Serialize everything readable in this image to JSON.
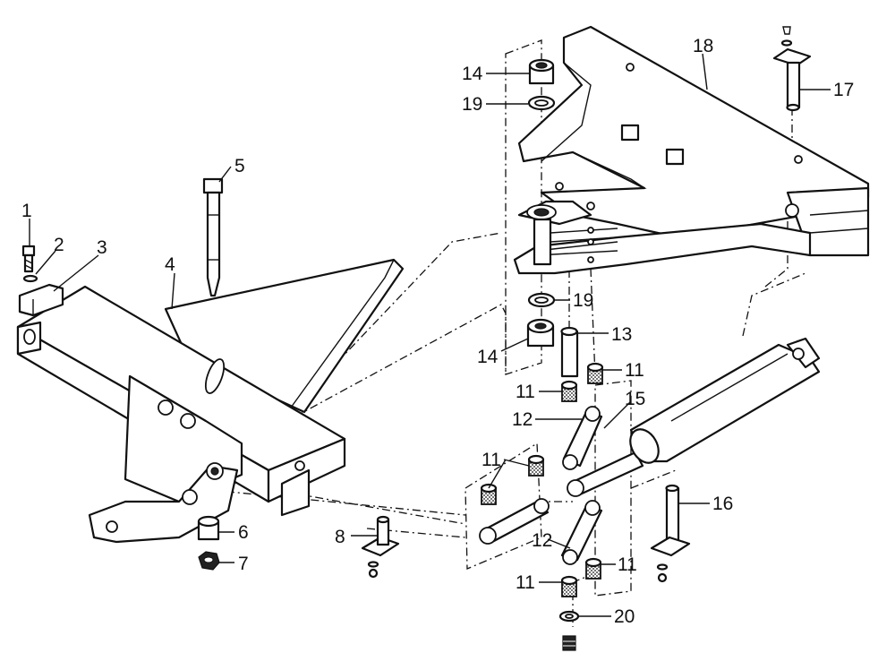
{
  "callouts": {
    "c1": "1",
    "c2": "2",
    "c3": "3",
    "c4": "4",
    "c5": "5",
    "c6": "6",
    "c7": "7",
    "c8": "8",
    "c11a": "11",
    "c11b": "11",
    "c11c": "11",
    "c11d": "11",
    "c11e": "11",
    "c12a": "12",
    "c12b": "12",
    "c13": "13",
    "c14a": "14",
    "c14b": "14",
    "c15": "15",
    "c16": "16",
    "c17": "17",
    "c18": "18",
    "c19a": "19",
    "c19b": "19",
    "c20": "20"
  }
}
